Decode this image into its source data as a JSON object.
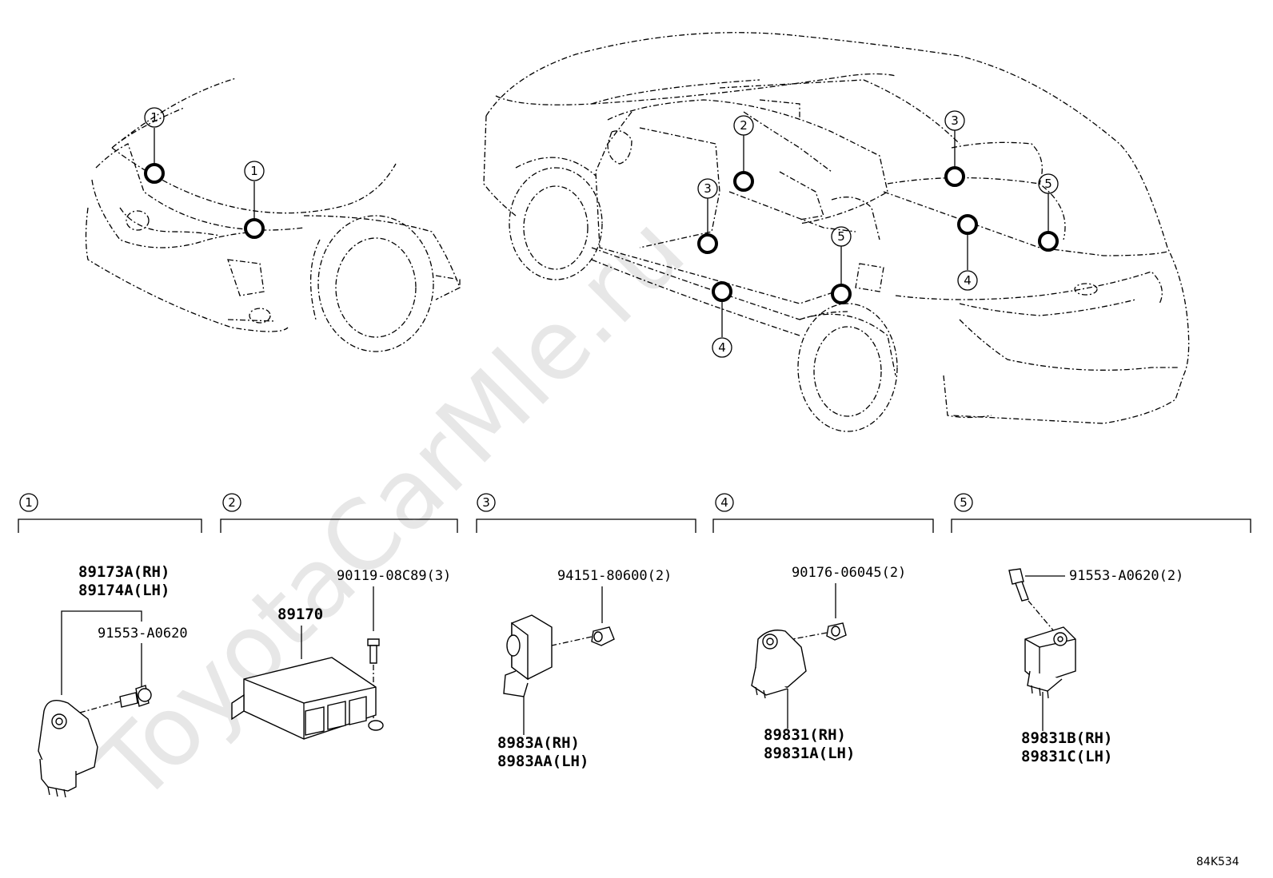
{
  "watermark": "ToyotaCarMle.ru",
  "diagram_code": "84K534",
  "sections": [
    {
      "num": "1",
      "parts": [
        "89173A(RH)",
        "89174A(LH)"
      ],
      "fastener": "91553-A0620"
    },
    {
      "num": "2",
      "parts": [
        "89170"
      ],
      "fastener": "90119-08C89(3)"
    },
    {
      "num": "3",
      "parts": [
        "8983A(RH)",
        "8983AA(LH)"
      ],
      "fastener": "94151-80600(2)"
    },
    {
      "num": "4",
      "parts": [
        "89831(RH)",
        "89831A(LH)"
      ],
      "fastener": "90176-06045(2)"
    },
    {
      "num": "5",
      "parts": [
        "89831B(RH)",
        "89831C(LH)"
      ],
      "fastener": "91553-A0620(2)"
    }
  ],
  "callouts": {
    "front_left": "1",
    "front_right": "1",
    "center_floor": "2",
    "b_pillar_lower": "3",
    "rear_upper": "3",
    "b_pillar_bottom": "4",
    "rear_lower": "4",
    "c_pillar": "5",
    "rear_right": "5"
  }
}
